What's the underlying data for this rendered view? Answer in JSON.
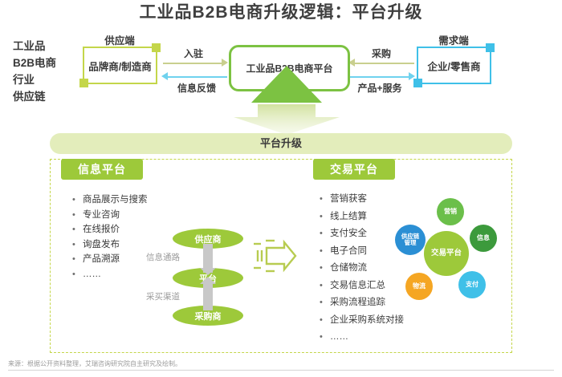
{
  "title": "工业品B2B电商升级逻辑：平台升级",
  "left_label": {
    "lines": [
      "工业品",
      "B2B电商",
      "行业",
      "供应链"
    ]
  },
  "flow": {
    "supply_caption": "供应端",
    "supply_node": "品牌商/制造商",
    "demand_caption": "需求端",
    "demand_node": "企业/零售商",
    "center_node": "工业品B2B电商平台",
    "arrow_in_top": "入驻",
    "arrow_in_bottom": "信息反馈",
    "arrow_out_top": "采购",
    "arrow_out_bottom": "产品+服务"
  },
  "banner": "平台升级",
  "info_platform": {
    "header": "信息平台",
    "bullets": [
      "商品展示与搜索",
      "专业咨询",
      "在线报价",
      "询盘发布",
      "产品溯源",
      "……"
    ],
    "stack": {
      "nodes": [
        "供应商",
        "平台",
        "采购商"
      ],
      "labels": [
        "信息通路",
        "采买渠道"
      ]
    }
  },
  "trade_platform": {
    "header": "交易平台",
    "bullets": [
      "营销获客",
      "线上结算",
      "支付安全",
      "电子合同",
      "仓储物流",
      "交易信息汇总",
      "采购流程追踪",
      "企业采购系统对接",
      "……"
    ],
    "cluster": {
      "center": "交易平台",
      "nodes": [
        "营销",
        "信息",
        "支付",
        "物流",
        "供应链\n管理"
      ]
    }
  },
  "footer": "来源：根据公开资料整理，艾瑞咨询研究院自主研究及绘制。",
  "colors": {
    "brand_green": "#9dc93a",
    "olive": "#c4d64a",
    "leaf_green": "#7cc242",
    "cyan": "#3fc0e8",
    "blue": "#2b8fd4",
    "orange": "#f5a623",
    "dark_green": "#3c9a3c",
    "banner_green": "#e3edbb"
  }
}
